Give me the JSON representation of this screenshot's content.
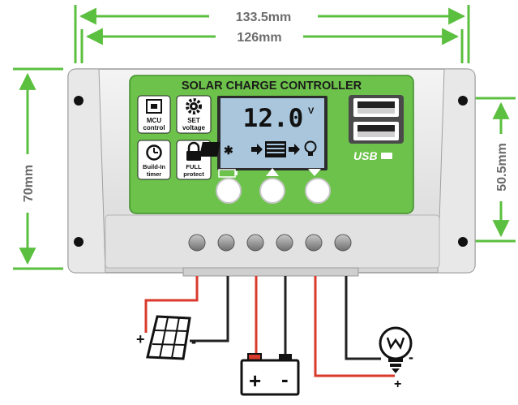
{
  "dimensions": {
    "overall_width": "133.5mm",
    "hole_spacing": "126mm",
    "height": "70mm",
    "hole_height": "50.5mm"
  },
  "panel": {
    "title": "SOLAR CHARGE CONTROLLER",
    "mcu_line1": "MCU",
    "mcu_line2": "control",
    "set_line1": "SET",
    "set_line2": "voltage",
    "timer_line1": "Build-In",
    "timer_line2": "timer",
    "full_line1": "FULL",
    "full_line2": "protect",
    "usb_label": "USB",
    "lcd_voltage": "12.0",
    "lcd_unit": "V"
  },
  "terminals": {
    "panel_plus": "+",
    "panel_minus": "-",
    "battery_plus": "+",
    "battery_minus": "-",
    "load_plus": "+",
    "load_minus": "-"
  },
  "colors": {
    "green": "#6cc24a",
    "dim_green": "#5bbf3f",
    "lcd": "#a9c6dc",
    "wire_red": "#d93a2b",
    "wire_black": "#222222"
  }
}
